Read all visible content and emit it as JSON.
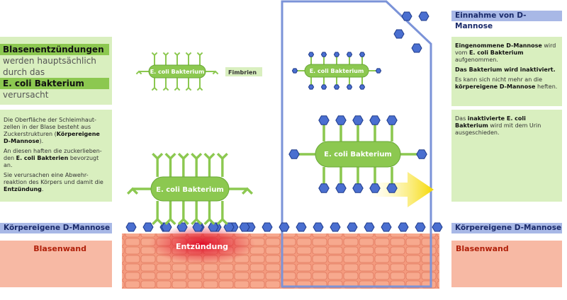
{
  "left_box1": {
    "line1": "Blasenentzündungen",
    "line2": "werden hauptsächlich",
    "line3": "durch das",
    "line4": "E. coli Bakterium",
    "line5": "verursacht"
  },
  "left_box2": {
    "p1a": "Die Oberfläche der Schleimhaut-zellen in der Blase besteht aus Zuckerstrukturen (",
    "p1b": "Körpereigene D-Mannose",
    "p1c": ").",
    "p2a": "An diesen haften die zuckerlieben-den ",
    "p2b": "E. coli Bakterien",
    "p2c": " bevorzugt an.",
    "p3a": "Sie verursachen eine Abwehr-reaktion des Körpers und damit die ",
    "p3b": "Entzündung",
    "p3c": "."
  },
  "right_box1": {
    "p1a": "Eingenommene D-Mannose",
    "p1b": " wird vom ",
    "p1c": "E. coli Bakterium",
    "p1d": " aufgenommen.",
    "p2": "Das Bakterium wird inaktiviert.",
    "p3a": "Es kann sich nicht mehr an die ",
    "p3b": "körpereigene D-Mannose",
    "p3c": " heften."
  },
  "right_box2": {
    "a": "Das ",
    "b": "inaktivierte E. coli Bakterium",
    "c": " wird mit dem Urin ausgeschieden."
  },
  "labels": {
    "intake": "Einnahme von D-Mannose",
    "mannose_left": "Körpereigene D-Mannose",
    "mannose_right": "Körpereigene D-Mannose",
    "wall_left": "Blasenwand",
    "wall_right": "Blasenwand",
    "fimbrien": "Fimbrien",
    "inflammation": "Entzündung",
    "bacterium_small_left": "E. coli Bakterium",
    "bacterium_big_left": "E. coli Bakterium",
    "bacterium_small_right": "E. coli Bakterium",
    "bacterium_big_right": "E. coli Bakterium"
  },
  "colors": {
    "green": "#8cc850",
    "box": "#d9efbf",
    "blue_frame": "#7b93d8",
    "hexagon": "#4a6fd0",
    "tissue": "#f28a6e"
  }
}
